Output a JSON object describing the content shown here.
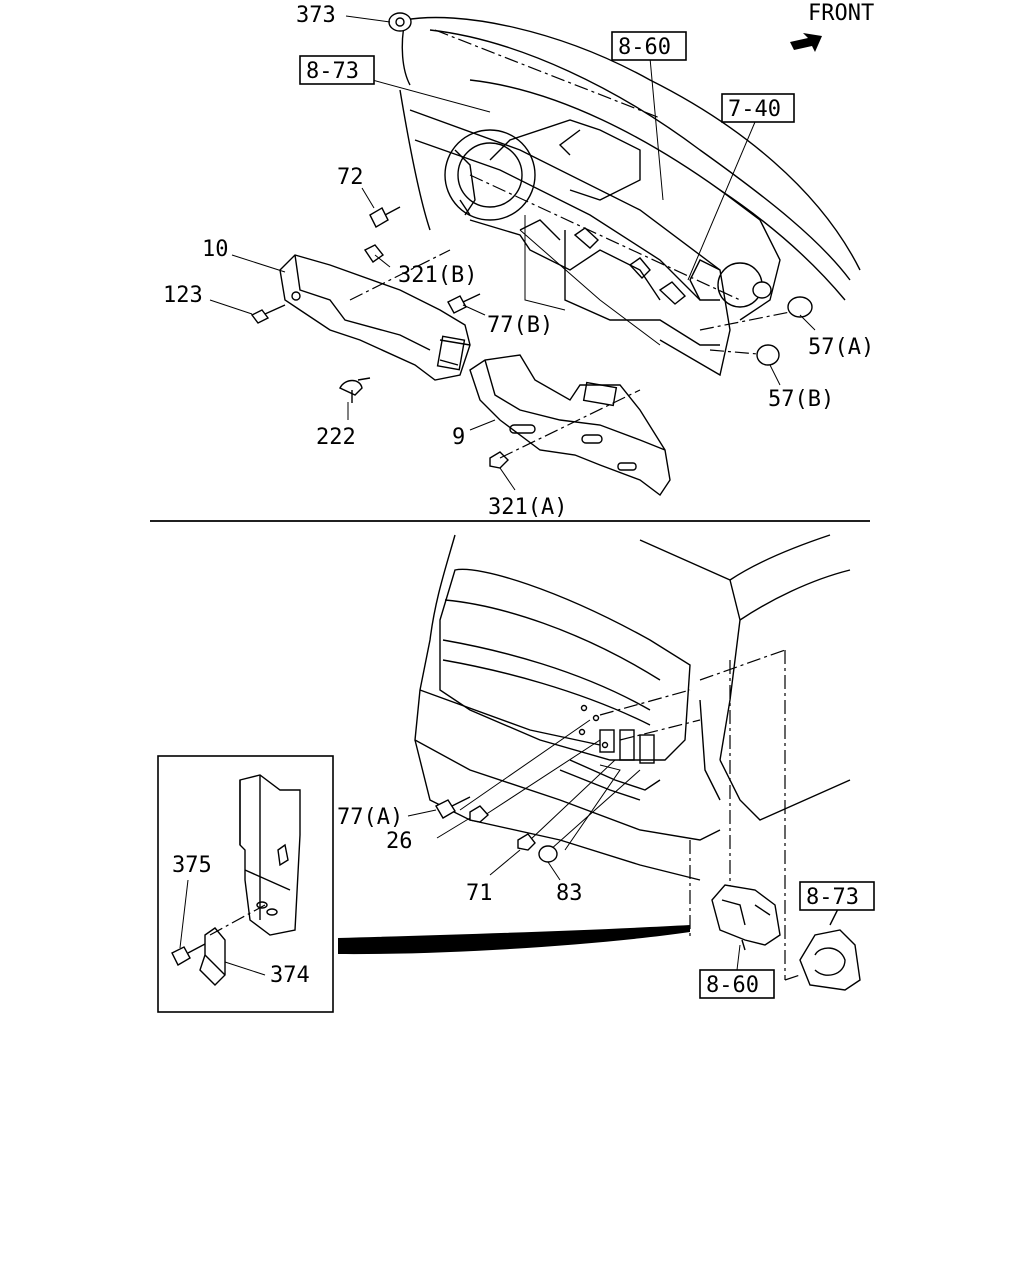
{
  "direction_label": "FRONT",
  "reference_boxes": {
    "top_8_60": "8-60",
    "top_8_73": "8-73",
    "top_7_40": "7-40",
    "bottom_8_73": "8-73",
    "bottom_8_60": "8-60"
  },
  "part_labels": {
    "p373": "373",
    "p72": "72",
    "p10": "10",
    "p321b": "321(B)",
    "p123": "123",
    "p77b": "77(B)",
    "p57a": "57(A)",
    "p57b": "57(B)",
    "p222": "222",
    "p9": "9",
    "p321a": "321(A)",
    "p77a": "77(A)",
    "p26": "26",
    "p71": "71",
    "p83": "83",
    "p375": "375",
    "p374": "374"
  }
}
